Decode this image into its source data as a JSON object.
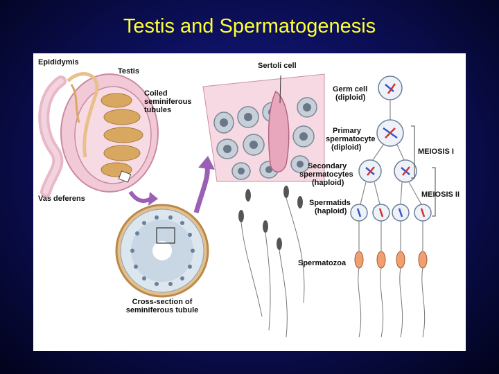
{
  "title": "Testis and Spermatogenesis",
  "labels": {
    "epididymis": "Epididymis",
    "testis": "Testis",
    "coiled_line1": "Coiled",
    "coiled_line2": "seminiferous",
    "coiled_line3": "tubules",
    "vas_deferens": "Vas deferens",
    "cross_line1": "Cross-section of",
    "cross_line2": "seminiferous tubule",
    "sertoli": "Sertoli cell",
    "germ_line1": "Germ cell",
    "germ_line2": "(diploid)",
    "primary_line1": "Primary",
    "primary_line2": "spermatocyte",
    "primary_line3": "(diploid)",
    "secondary_line1": "Secondary",
    "secondary_line2": "spermatocytes",
    "secondary_line3": "(haploid)",
    "spermatids_line1": "Spermatids",
    "spermatids_line2": "(haploid)",
    "spermatozoa": "Spermatozoa",
    "meiosis1": "MEIOSIS I",
    "meiosis2": "MEIOSIS II"
  },
  "colors": {
    "title": "#ffff33",
    "background_center": "#1a1f8a",
    "testis_pink": "#e8b7c8",
    "tubule_tan": "#d9a860",
    "arrow_purple": "#9b5fb5",
    "cell_blue": "#3355cc",
    "chromosome_red": "#d03030"
  }
}
